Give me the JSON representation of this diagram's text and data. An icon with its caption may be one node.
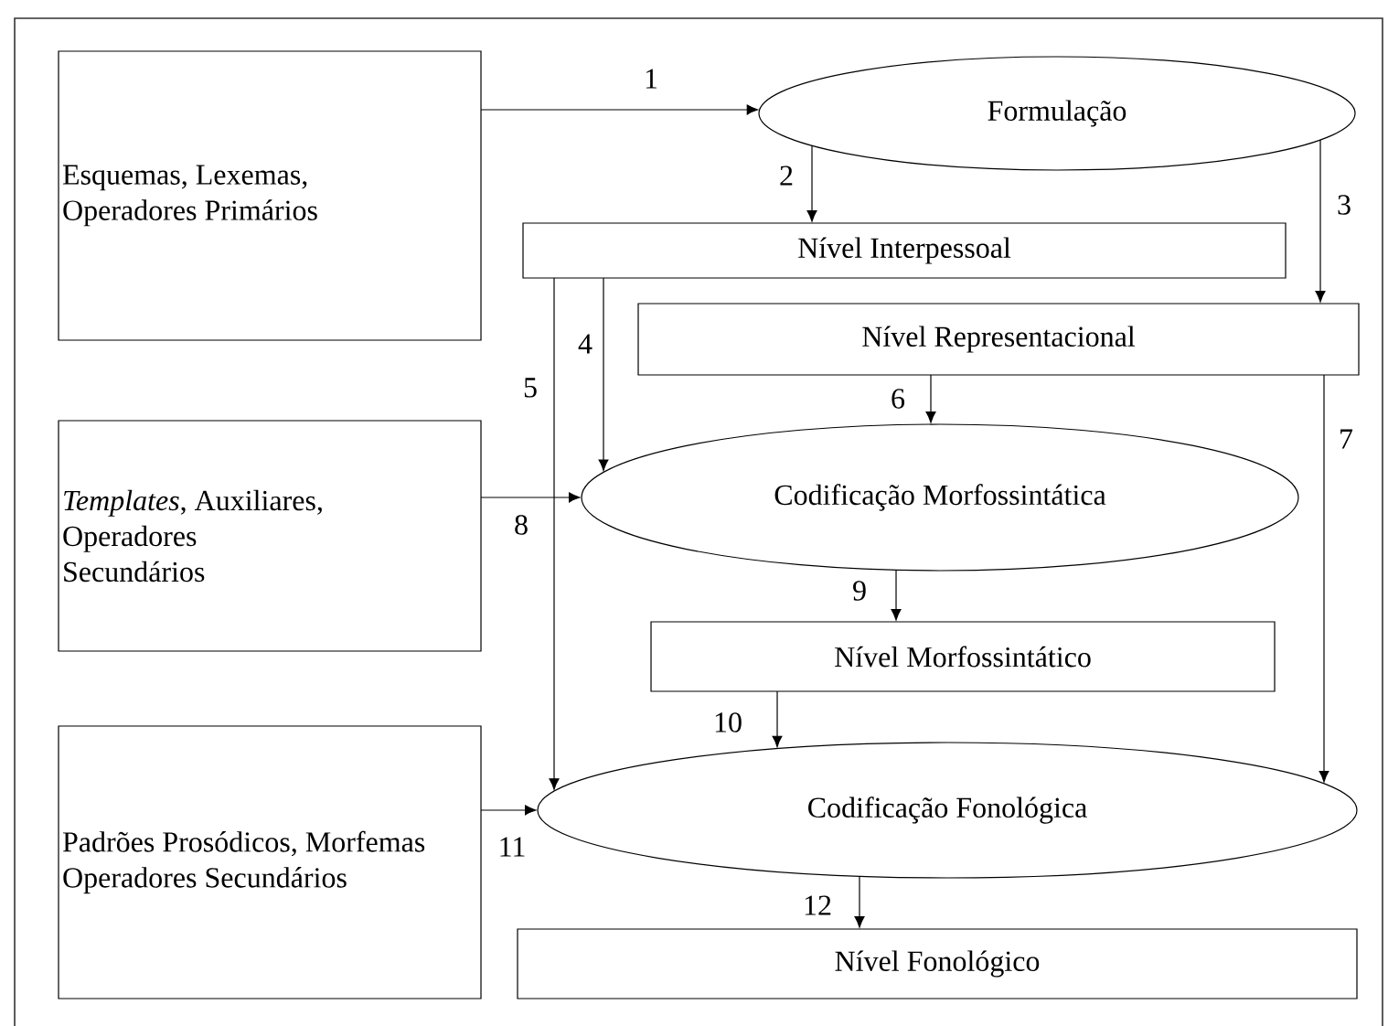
{
  "diagram": {
    "nodes": [
      {
        "text": [
          "Esquemas, Lexemas, Operadores Primários"
        ]
      },
      {
        "text": [
          "Formulação"
        ]
      },
      {
        "text": [
          "Nível Interpessoal"
        ]
      },
      {
        "text": [
          "Nível Representacional"
        ]
      },
      {
        "text": [
          "*Templates*, Auxiliares, Operadores Secundários"
        ]
      },
      {
        "text": [
          "Codificação Morfossintática"
        ]
      },
      {
        "text": [
          "Nível Morfossintático"
        ]
      },
      {
        "text": [
          "Padrões Prosódicos, Morfemas Operadores Secundários"
        ]
      },
      {
        "text": [
          "Codificação Fonológica"
        ]
      },
      {
        "text": [
          "Nível Fonológico"
        ]
      }
    ],
    "edges": [
      {
        "from": 0,
        "to": 1,
        "arrow": "to",
        "label": "1"
      },
      {
        "from": 1,
        "to": 2,
        "arrow": "to",
        "label": "2"
      },
      {
        "from": 1,
        "to": 3,
        "arrow": "to",
        "label": "3"
      },
      {
        "from": 2,
        "to": 5,
        "arrow": "to",
        "label": "4"
      },
      {
        "from": 2,
        "to": 8,
        "arrow": "to",
        "label": "5"
      },
      {
        "from": 3,
        "to": 5,
        "arrow": "to",
        "label": "6"
      },
      {
        "from": 3,
        "to": 8,
        "arrow": "to",
        "label": "7"
      },
      {
        "from": 4,
        "to": 5,
        "arrow": "to",
        "label": "8"
      },
      {
        "from": 5,
        "to": 6,
        "arrow": "to",
        "label": "9"
      },
      {
        "from": 6,
        "to": 8,
        "arrow": "to",
        "label": "10"
      },
      {
        "from": 7,
        "to": 8,
        "arrow": "to",
        "label": "11"
      },
      {
        "from": 8,
        "to": 9,
        "arrow": "to",
        "label": "12"
      }
    ]
  }
}
